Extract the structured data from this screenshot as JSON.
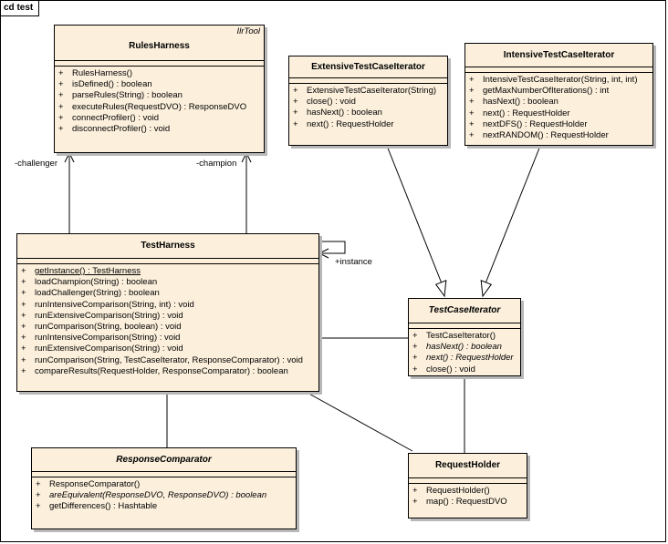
{
  "frame": {
    "title": "cd test"
  },
  "classes": {
    "rules_harness": {
      "name": "RulesHarness",
      "stereotype": "IlrTool",
      "operations": [
        {
          "vis": "+",
          "text": "RulesHarness()"
        },
        {
          "vis": "+",
          "text": "isDefined() : boolean"
        },
        {
          "vis": "+",
          "text": "parseRules(String) : boolean"
        },
        {
          "vis": "+",
          "text": "executeRules(RequestDVO) : ResponseDVO"
        },
        {
          "vis": "+",
          "text": "connectProfiler() : void"
        },
        {
          "vis": "+",
          "text": "disconnectProfiler() : void"
        }
      ]
    },
    "extensive_iterator": {
      "name": "ExtensiveTestCaseIterator",
      "operations": [
        {
          "vis": "+",
          "text": "ExtensiveTestCaseIterator(String)"
        },
        {
          "vis": "+",
          "text": "close() : void"
        },
        {
          "vis": "+",
          "text": "hasNext() : boolean"
        },
        {
          "vis": "+",
          "text": "next() : RequestHolder"
        }
      ]
    },
    "intensive_iterator": {
      "name": "IntensiveTestCaseIterator",
      "operations": [
        {
          "vis": "+",
          "text": "IntensiveTestCaseIterator(String, int, int)"
        },
        {
          "vis": "+",
          "text": "getMaxNumberOfIterations() : int"
        },
        {
          "vis": "+",
          "text": "hasNext() : boolean"
        },
        {
          "vis": "+",
          "text": "next() : RequestHolder"
        },
        {
          "vis": "+",
          "text": "nextDFS() : RequestHolder"
        },
        {
          "vis": "+",
          "text": "nextRANDOM() : RequestHolder"
        }
      ]
    },
    "test_harness": {
      "name": "TestHarness",
      "operations": [
        {
          "vis": "+",
          "text": "getInstance() : TestHarness",
          "static": true
        },
        {
          "vis": "+",
          "text": "loadChampion(String) : boolean"
        },
        {
          "vis": "+",
          "text": "loadChallenger(String) : boolean"
        },
        {
          "vis": "+",
          "text": "runIntensiveComparison(String, int) : void"
        },
        {
          "vis": "+",
          "text": "runExtensiveComparison(String) : void"
        },
        {
          "vis": "+",
          "text": "runComparison(String, boolean) : void"
        },
        {
          "vis": "+",
          "text": "runIntensiveComparison(String) : void"
        },
        {
          "vis": "+",
          "text": "runExtensiveComparison(String) : void"
        },
        {
          "vis": "+",
          "text": "runComparison(String, TestCaseIterator, ResponseComparator) : void"
        },
        {
          "vis": "+",
          "text": "compareResults(RequestHolder, ResponseComparator) : boolean"
        }
      ]
    },
    "test_case_iterator": {
      "name": "TestCaseIterator",
      "abstract": true,
      "operations": [
        {
          "vis": "+",
          "text": "TestCaseIterator()"
        },
        {
          "vis": "+",
          "text": "hasNext() : boolean",
          "abstract": true
        },
        {
          "vis": "+",
          "text": "next() : RequestHolder",
          "abstract": true
        },
        {
          "vis": "+",
          "text": "close() : void"
        }
      ]
    },
    "response_comparator": {
      "name": "ResponseComparator",
      "abstract": true,
      "operations": [
        {
          "vis": "+",
          "text": "ResponseComparator()"
        },
        {
          "vis": "+",
          "text": "areEquivalent(ResponseDVO, ResponseDVO) : boolean",
          "abstract": true
        },
        {
          "vis": "+",
          "text": "getDifferences() : Hashtable"
        }
      ]
    },
    "request_holder": {
      "name": "RequestHolder",
      "operations": [
        {
          "vis": "+",
          "text": "RequestHolder()"
        },
        {
          "vis": "+",
          "text": "map() : RequestDVO"
        }
      ]
    }
  },
  "roles": {
    "challenger": "-challenger",
    "champion": "-champion",
    "instance": "+instance"
  }
}
